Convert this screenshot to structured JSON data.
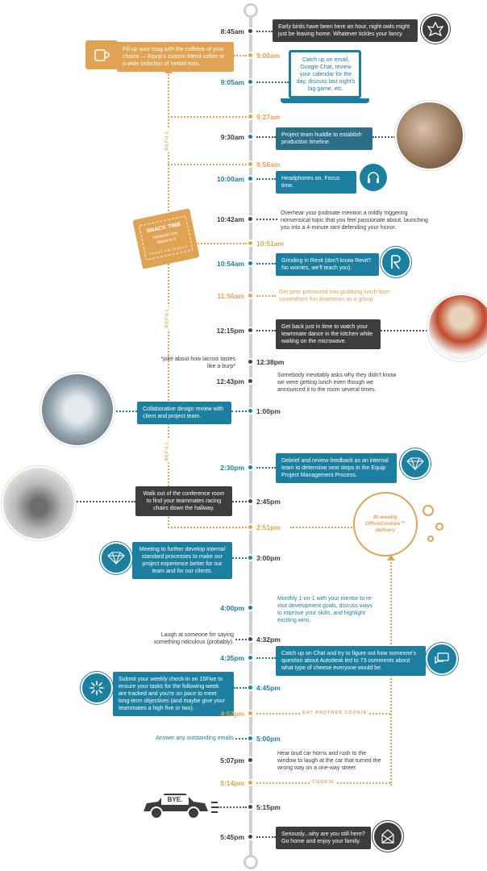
{
  "colors": {
    "dark": "#3c3c3c",
    "teal": "#1d7fa0",
    "orange": "#e0a253",
    "line": "#cfcfcf"
  },
  "events": {
    "e0845": {
      "time": "8:45am",
      "text": "Early birds have been here an hour, night owls might just be leaving home. Whatever tickles your fancy."
    },
    "e0900": {
      "time": "9:00am",
      "text": "Fill up your mug with the caffeine of your choice — Equip's custom blend coffee or a wide selection of herbal teas."
    },
    "e0905": {
      "time": "9:05am",
      "text": "Catch up on email, Google Chat, review your calendar for the day, discuss last night's big game, etc."
    },
    "e0927": {
      "time": "9:27am"
    },
    "e0930": {
      "time": "9:30am",
      "text": "Project team huddle to establish production timeline."
    },
    "e0958": {
      "time": "9:58am"
    },
    "e1000": {
      "time": "10:00am",
      "text": "Headphones on. Focus time."
    },
    "e1042": {
      "time": "10:42am",
      "text": "Overhear your podmate mention a mildly triggering nonsensical topic that you feel passionate about, launching you into a 4-minute rant defending your honor."
    },
    "e1051": {
      "time": "10:51am"
    },
    "e1054": {
      "time": "10:54am",
      "text": "Grinding in Revit (don't know Revit? No worries, we'll teach you)."
    },
    "e1156": {
      "time": "11:56am",
      "text": "Get peer-pressured into grabbing lunch from somewhere fun downtown as a group."
    },
    "e1215": {
      "time": "12:15pm",
      "text": "Get back just in time to watch your teammate dance in the kitchen while waiting on the microwave."
    },
    "e1238": {
      "time": "12:38pm",
      "text": "*joke about how lacroix tastes like a burp*"
    },
    "e1243": {
      "time": "12:43pm",
      "text": "Somebody inevitably asks why they didn't know we were getting lunch even though we announced it to the room several times."
    },
    "e1300": {
      "time": "1:00pm",
      "text": "Collaborative design review with client and project team."
    },
    "e1430": {
      "time": "2:30pm",
      "text": "Debrief and review feedback as an internal team to determine next steps in the Equip Project Management Process."
    },
    "e1445": {
      "time": "2:45pm",
      "text": "Walk out of the conference room to find your teammates racing chairs down the hallway."
    },
    "e1451": {
      "time": "2:51pm"
    },
    "e1500": {
      "time": "3:00pm",
      "text": "Meeting to further develop internal standard processes to make our project experience better for our team and for our clients."
    },
    "e1600": {
      "time": "4:00pm",
      "text": "Monthly 1-on-1 with your mentor to re-visit development goals, discuss ways to improve your skills, and highlight exciting wins."
    },
    "e1632": {
      "time": "4:32pm",
      "text": "Laugh at someone for saying something ridiculous (probably)."
    },
    "e1635": {
      "time": "4:35pm",
      "text": "Catch up on Chat and try to figure out how someone's question about Autodesk led to 73 comments about what type of cheese everyone would be."
    },
    "e1645": {
      "time": "4:45pm",
      "text": "Submit your weekly check-in on 15Five to ensure your tasks for the following week are tracked and you're on pace to meet long-term objectives (and maybe give your teammates a high five or two)."
    },
    "e1652": {
      "time": "4:52pm",
      "text": "EAT ANOTHER COOKIE"
    },
    "e1700": {
      "time": "5:00pm",
      "text": "Answer any outstanding emails"
    },
    "e1707": {
      "time": "5:07pm",
      "text": "Hear loud car horns and rush to the window to laugh at the car that turned the wrong way on a one-way street"
    },
    "e1714": {
      "time": "5:14pm",
      "text": "COOKIE"
    },
    "e1715": {
      "time": "5:15pm",
      "text": "BYE."
    },
    "e1745": {
      "time": "5:45pm",
      "text": "Seriously...why are you still here? Go home and enjoy your family."
    }
  },
  "labels": {
    "refill": "REFILL",
    "snack_line1": "SNACK TIME",
    "snack_line2": "because you deserve it",
    "snack_line3": "TREAT YOURSELF",
    "cookie": "Bi-weekly OfficeCookies™ delivery"
  },
  "icons": [
    "equip-logo-icon",
    "coffee-mug-icon",
    "laptop-icon",
    "headphones-icon",
    "revit-icon",
    "equip-diamond-icon",
    "diamond-icon",
    "chat-icon",
    "15five-icon",
    "car-icon",
    "house-icon",
    "cookie-icon",
    "snack-bag-icon"
  ]
}
